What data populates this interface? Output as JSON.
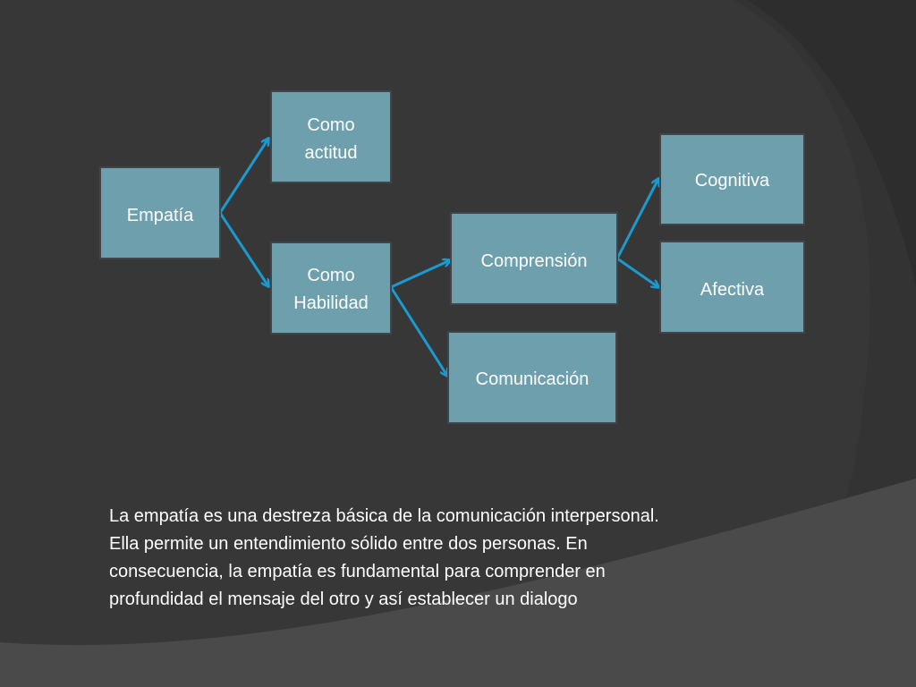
{
  "diagram": {
    "nodes": {
      "empatia": {
        "lines": [
          "Empatía"
        ]
      },
      "como_actitud": {
        "lines": [
          "Como",
          "actitud"
        ]
      },
      "como_habilidad": {
        "lines": [
          "Como",
          "Habilidad"
        ]
      },
      "comprension": {
        "lines": [
          "Comprensión"
        ]
      },
      "comunicacion": {
        "lines": [
          "Comunicación"
        ]
      },
      "cognitiva": {
        "lines": [
          "Cognitiva"
        ]
      },
      "afectiva": {
        "lines": [
          "Afectiva"
        ]
      }
    },
    "edges": [
      {
        "from": "Empatía",
        "to": "Como actitud"
      },
      {
        "from": "Empatía",
        "to": "Como Habilidad"
      },
      {
        "from": "Como Habilidad",
        "to": "Comprensión"
      },
      {
        "from": "Como Habilidad",
        "to": "Comunicación"
      },
      {
        "from": "Comprensión",
        "to": "Cognitiva"
      },
      {
        "from": "Comprensión",
        "to": "Afectiva"
      }
    ]
  },
  "caption": {
    "lines": [
      "La empatía es una destreza básica de la comunicación interpersonal.",
      "Ella permite un entendimiento sólido entre dos personas. En",
      "consecuencia, la empatía es fundamental para comprender en",
      "profundidad el mensaje del otro y así establecer un dialogo"
    ]
  },
  "colors": {
    "background": "#333333",
    "background_band": "#3e3e3e",
    "background_band_light": "#4a4a4a",
    "node_fill": "#6e9fac",
    "node_border": "#3f4549",
    "arrow": "#1b9ad0",
    "text": "#ffffff"
  }
}
